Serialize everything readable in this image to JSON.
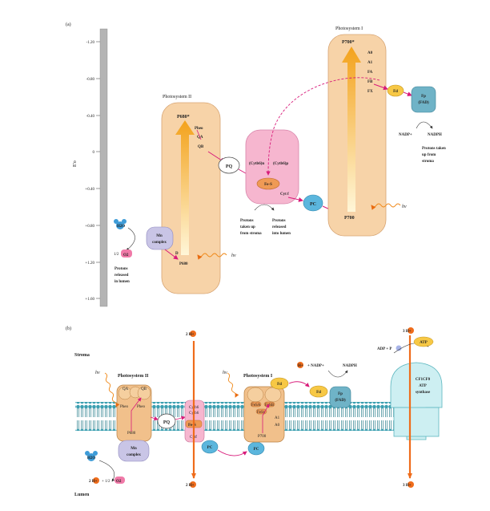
{
  "panel_a": {
    "label": "(a)",
    "axis_label": "E'o",
    "axis_ticks": [
      "-1.20",
      "-0.80",
      "-0.40",
      "0",
      "+0.40",
      "+0.80",
      "+1.20",
      "+1.60"
    ],
    "psii": {
      "title": "Photosystem II",
      "p680_star": "P680*",
      "pheo": "Pheo",
      "qa": "QA",
      "qb": "QB",
      "p680": "P680",
      "d": "D"
    },
    "psi": {
      "title": "Photosystem I",
      "p700_star": "P700*",
      "carriers": [
        "A0",
        "A1",
        "FA",
        "FB",
        "FX"
      ],
      "p700": "P700"
    },
    "mn_complex": [
      "Mn",
      "complex"
    ],
    "h2o": "H2O",
    "o2_coef": "1/2",
    "o2": "O2",
    "protons_lumen": [
      "Protons",
      "released",
      "in lumen"
    ],
    "pq": "PQ",
    "cytb6n": "(Cytb6)n",
    "cytb6p": "(Cytb6)p",
    "fes": "Fe-S",
    "cytf": "Cyt f",
    "protons_stroma": [
      "Protons",
      "taken up",
      "from stroma"
    ],
    "protons_released": [
      "Protons",
      "released",
      "into lumen"
    ],
    "pc": "PC",
    "fd": "Fd",
    "fp": [
      "Fp",
      "(FAD)"
    ],
    "nadp": "NADP+",
    "nadph": "NADPH",
    "protons_taken": [
      "Protons taken",
      "up from",
      "stroma"
    ],
    "hv": "hv"
  },
  "panel_b": {
    "label": "(b)",
    "stroma": "Stroma",
    "lumen": "Lumen",
    "psii_title": "Photosystem II",
    "psi_title": "Photosystem I",
    "two_h_top": "2 H+",
    "two_h_bottom": "2 H+",
    "three_h_top": "3 H+",
    "three_h_bottom": "3 H+",
    "h_nadp": "H+",
    "nadp_eq": "+ NADP+",
    "nadph": "NADPH",
    "adp": "ADP + P",
    "atp": "ATP",
    "synthase": [
      "CF1CF0",
      "ATP",
      "synthase"
    ],
    "psii_labels": [
      "QA",
      "QB",
      "Pheo",
      "Pheo",
      "P680"
    ],
    "psi_labels": [
      "FeSA",
      "FeSB",
      "FeSx",
      "A1",
      "A0",
      "P700"
    ],
    "cyt_labels": [
      "Cytb6",
      "Cytb6",
      "Fe-S",
      "Cytf"
    ],
    "pq": "PQ",
    "pc": "PC",
    "fd1": "Fd",
    "fd2": "Fd",
    "fp": [
      "Fp",
      "(FAD)"
    ],
    "mn": [
      "Mn",
      "complex"
    ],
    "h2o": "H2O",
    "water_eq": [
      "2 H+",
      "+ 1/2",
      "O2"
    ],
    "hv": "hv"
  }
}
